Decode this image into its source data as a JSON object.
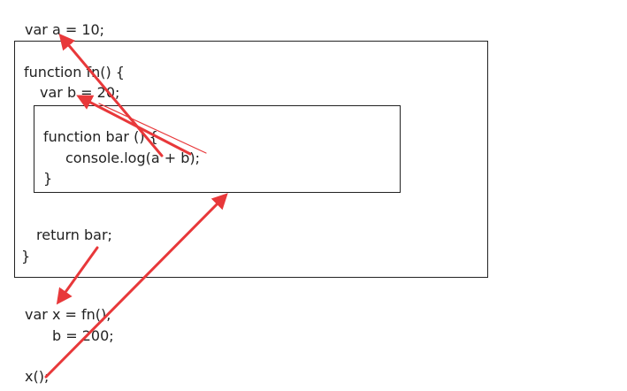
{
  "code": {
    "line_var_a": "var a = 10;",
    "line_function_fn": "function fn() {",
    "line_var_b": "var b = 20;",
    "line_function_bar": "function bar () {",
    "line_console_log": "console.log(a + b);",
    "line_bar_close": "}",
    "line_return_bar": "return bar;",
    "line_fn_close": "}",
    "line_var_x": "var x = fn();",
    "line_b_200": "b = 200;",
    "line_call_x": "x();"
  },
  "colors": {
    "arrow": "#e8383a",
    "text": "#222222",
    "box_border": "#222222"
  }
}
